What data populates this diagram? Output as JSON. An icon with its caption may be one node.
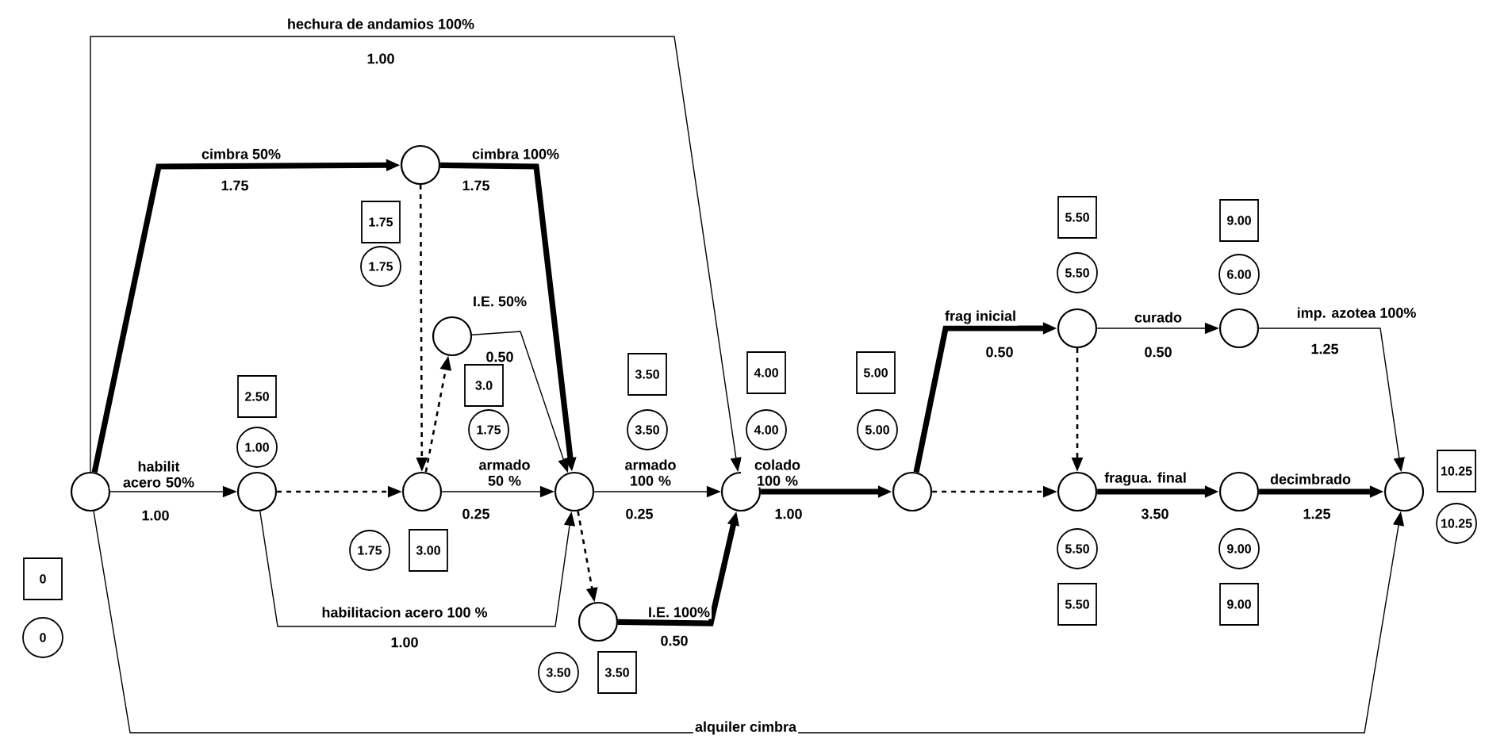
{
  "diagram": {
    "nodes": [
      {
        "text": [],
        "shape": "circle"
      },
      {
        "text": [],
        "shape": "circle"
      },
      {
        "text": [],
        "shape": "circle"
      },
      {
        "text": [],
        "shape": "circle"
      },
      {
        "text": [],
        "shape": "circle"
      },
      {
        "text": [],
        "shape": "circle"
      },
      {
        "text": [],
        "shape": "circle"
      },
      {
        "text": [],
        "shape": "circle"
      },
      {
        "text": [],
        "shape": "circle"
      },
      {
        "text": [],
        "shape": "circle"
      },
      {
        "text": [],
        "shape": "circle"
      },
      {
        "text": [],
        "shape": "circle"
      },
      {
        "text": [],
        "shape": "circle"
      },
      {
        "text": [],
        "shape": "circle"
      },
      {
        "text": [
          "0"
        ]
      },
      {
        "text": [
          "0"
        ]
      },
      {
        "text": [
          "2.50"
        ]
      },
      {
        "text": [
          "1.00"
        ]
      },
      {
        "text": [
          "1.75"
        ]
      },
      {
        "text": [
          "1.75"
        ]
      },
      {
        "text": [
          "3.0"
        ]
      },
      {
        "text": [
          "1.75"
        ]
      },
      {
        "text": [
          "1.75"
        ]
      },
      {
        "text": [
          "3.00"
        ]
      },
      {
        "text": [
          "3.50"
        ]
      },
      {
        "text": [
          "3.50"
        ]
      },
      {
        "text": [
          "3.50"
        ]
      },
      {
        "text": [
          "3.50"
        ]
      },
      {
        "text": [
          "4.00"
        ]
      },
      {
        "text": [
          "4.00"
        ]
      },
      {
        "text": [
          "5.00"
        ]
      },
      {
        "text": [
          "5.00"
        ]
      },
      {
        "text": [
          "5.50"
        ]
      },
      {
        "text": [
          "5.50"
        ]
      },
      {
        "text": [
          "9.00"
        ]
      },
      {
        "text": [
          "6.00"
        ]
      },
      {
        "text": [
          "5.50"
        ]
      },
      {
        "text": [
          "5.50"
        ]
      },
      {
        "text": [
          "9.00"
        ]
      },
      {
        "text": [
          "9.00"
        ]
      },
      {
        "text": [
          "10.25"
        ]
      },
      {
        "text": [
          "10.25"
        ]
      }
    ],
    "edges": [
      {
        "from": 0,
        "to": 7,
        "arrow": "to",
        "label": "hechura de andamios 100%"
      },
      {
        "from": 0,
        "to": 3,
        "arrow": "to",
        "label": "cimbra 50%",
        "style": "thick"
      },
      {
        "from": 0,
        "to": 1,
        "arrow": "to",
        "label": "habilit acero 50%"
      },
      {
        "from": 0,
        "to": 13,
        "arrow": "to",
        "label": "alquiler cimbra"
      },
      {
        "from": 3,
        "to": 5,
        "arrow": "to",
        "label": "cimbra 100%",
        "style": "thick"
      },
      {
        "from": 3,
        "to": 2,
        "arrow": "to",
        "style": "dashed"
      },
      {
        "from": 1,
        "to": 2,
        "arrow": "to",
        "style": "dashed"
      },
      {
        "from": 1,
        "to": 5,
        "arrow": "to",
        "label": "habilitacion acero 100 %"
      },
      {
        "from": 2,
        "to": 4,
        "arrow": "to",
        "style": "dashed"
      },
      {
        "from": 4,
        "to": 5,
        "arrow": "to",
        "label": "I.E. 50%"
      },
      {
        "from": 2,
        "to": 5,
        "arrow": "to",
        "label": "armado 50 %"
      },
      {
        "from": 5,
        "to": 7,
        "arrow": "to",
        "label": "armado 100 %"
      },
      {
        "from": 5,
        "to": 6,
        "arrow": "to",
        "style": "dashed"
      },
      {
        "from": 6,
        "to": 7,
        "arrow": "to",
        "label": "I.E. 100%",
        "style": "thick"
      },
      {
        "from": 7,
        "to": 8,
        "arrow": "to",
        "label": "colado 100 %",
        "style": "thick"
      },
      {
        "from": 8,
        "to": 9,
        "arrow": "to",
        "label": "frag inicial",
        "style": "thick"
      },
      {
        "from": 8,
        "to": 11,
        "arrow": "to",
        "style": "dashed"
      },
      {
        "from": 9,
        "to": 10,
        "arrow": "to",
        "label": "curado"
      },
      {
        "from": 9,
        "to": 11,
        "arrow": "to",
        "style": "dashed"
      },
      {
        "from": 10,
        "to": 13,
        "arrow": "to",
        "label": "imp. azotea 100%"
      },
      {
        "from": 11,
        "to": 12,
        "arrow": "to",
        "label": "fragua. final",
        "style": "thick"
      },
      {
        "from": 12,
        "to": 13,
        "arrow": "to",
        "label": "decimbrado",
        "style": "thick"
      }
    ],
    "labels": [
      "1.00",
      "1.75",
      "1.75",
      "0.50",
      "1.00",
      "0.25",
      "0.25",
      "1.00",
      "0.50",
      "1.00",
      "0.50",
      "0.50",
      "1.25",
      "3.50",
      "1.25"
    ]
  }
}
